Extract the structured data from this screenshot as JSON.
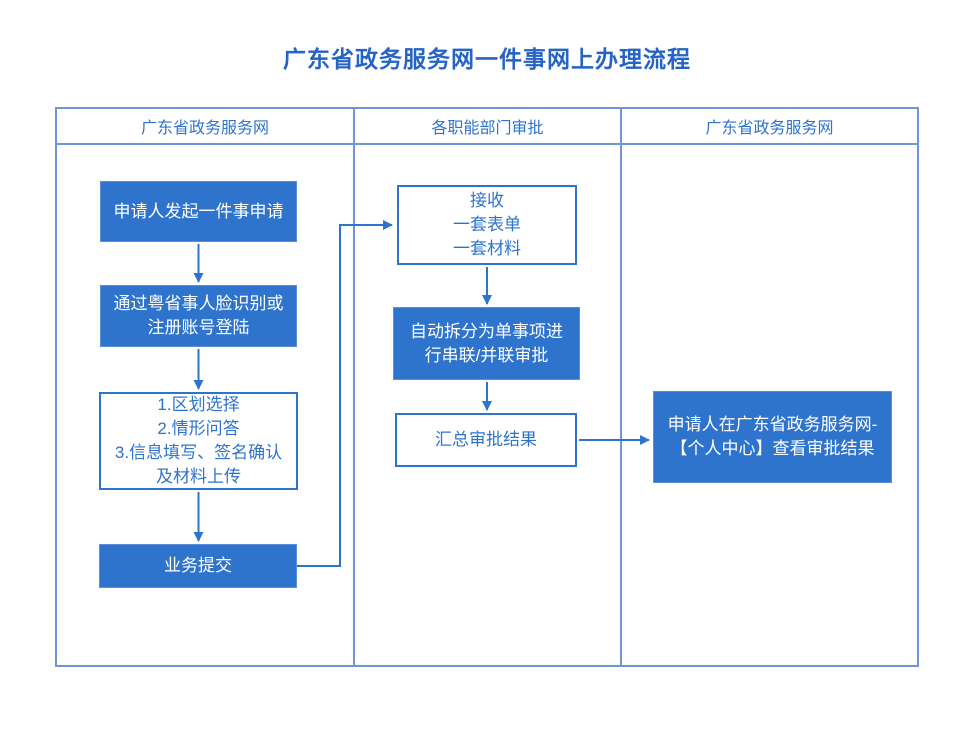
{
  "title": "广东省政务服务网一件事网上办理流程",
  "lanes": [
    {
      "label": "广东省政务服务网"
    },
    {
      "label": "各职能部门审批"
    },
    {
      "label": "广东省政务服务网"
    }
  ],
  "nodes": [
    {
      "id": "initiate",
      "label": "申请人发起一件事申请",
      "style": "filled",
      "lane": 0
    },
    {
      "id": "login",
      "label": "通过粤省事人脸识别或\n注册账号登陆",
      "style": "filled",
      "lane": 0
    },
    {
      "id": "form-steps",
      "label": "1.区划选择\n2.情形问答\n3.信息填写、签名确认\n及材料上传",
      "style": "outline",
      "lane": 0
    },
    {
      "id": "submit",
      "label": "业务提交",
      "style": "filled",
      "lane": 0
    },
    {
      "id": "receive",
      "label": "接收\n一套表单\n一套材料",
      "style": "outline",
      "lane": 1
    },
    {
      "id": "auto-split",
      "label": "自动拆分为单事项进\n行串联/并联审批",
      "style": "filled",
      "lane": 1
    },
    {
      "id": "summary",
      "label": "汇总审批结果",
      "style": "outline",
      "lane": 1
    },
    {
      "id": "view-result",
      "label": "申请人在广东省政务服务网-\n【个人中心】查看审批结果",
      "style": "filled",
      "lane": 2
    }
  ],
  "connectors": [
    {
      "from": "initiate",
      "to": "login"
    },
    {
      "from": "login",
      "to": "form-steps"
    },
    {
      "from": "form-steps",
      "to": "submit"
    },
    {
      "from": "submit",
      "to": "receive"
    },
    {
      "from": "receive",
      "to": "auto-split"
    },
    {
      "from": "auto-split",
      "to": "summary"
    },
    {
      "from": "summary",
      "to": "view-result"
    }
  ],
  "colors": {
    "accent": "#2E74CC",
    "title": "#2563C6",
    "frame": "#6F96D8",
    "node_text_on_fill": "#FFFFFF",
    "background": "#FFFFFF"
  }
}
